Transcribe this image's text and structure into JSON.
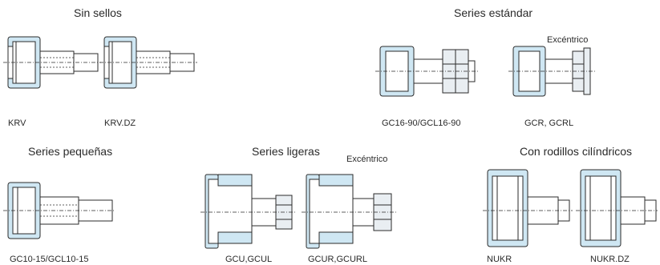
{
  "sections": {
    "sin_sellos": "Sin sellos",
    "series_estandar": "Series estándar",
    "series_pequenas": "Series pequeñas",
    "series_ligeras": "Series ligeras",
    "con_rodillos": "Con rodillos cilíndricos"
  },
  "notes": {
    "excentrico_top": "Excéntrico",
    "excentrico_mid": "Excéntrico"
  },
  "captions": {
    "krv": "KRV",
    "krv_dz": "KRV.DZ",
    "gc16": "GC16-90/GCL16-90",
    "gcr": "GCR, GCRL",
    "gc10": "GC10-15/GCL10-15",
    "gcu": "GCU,GCUL",
    "gcur": "GCUR,GCURL",
    "nukr": "NUKR",
    "nukr_dz": "NUKR.DZ"
  },
  "colors": {
    "bearing_fill": "#cfe7f3",
    "outline": "#2b2b2b",
    "text": "#2a2a2a"
  }
}
